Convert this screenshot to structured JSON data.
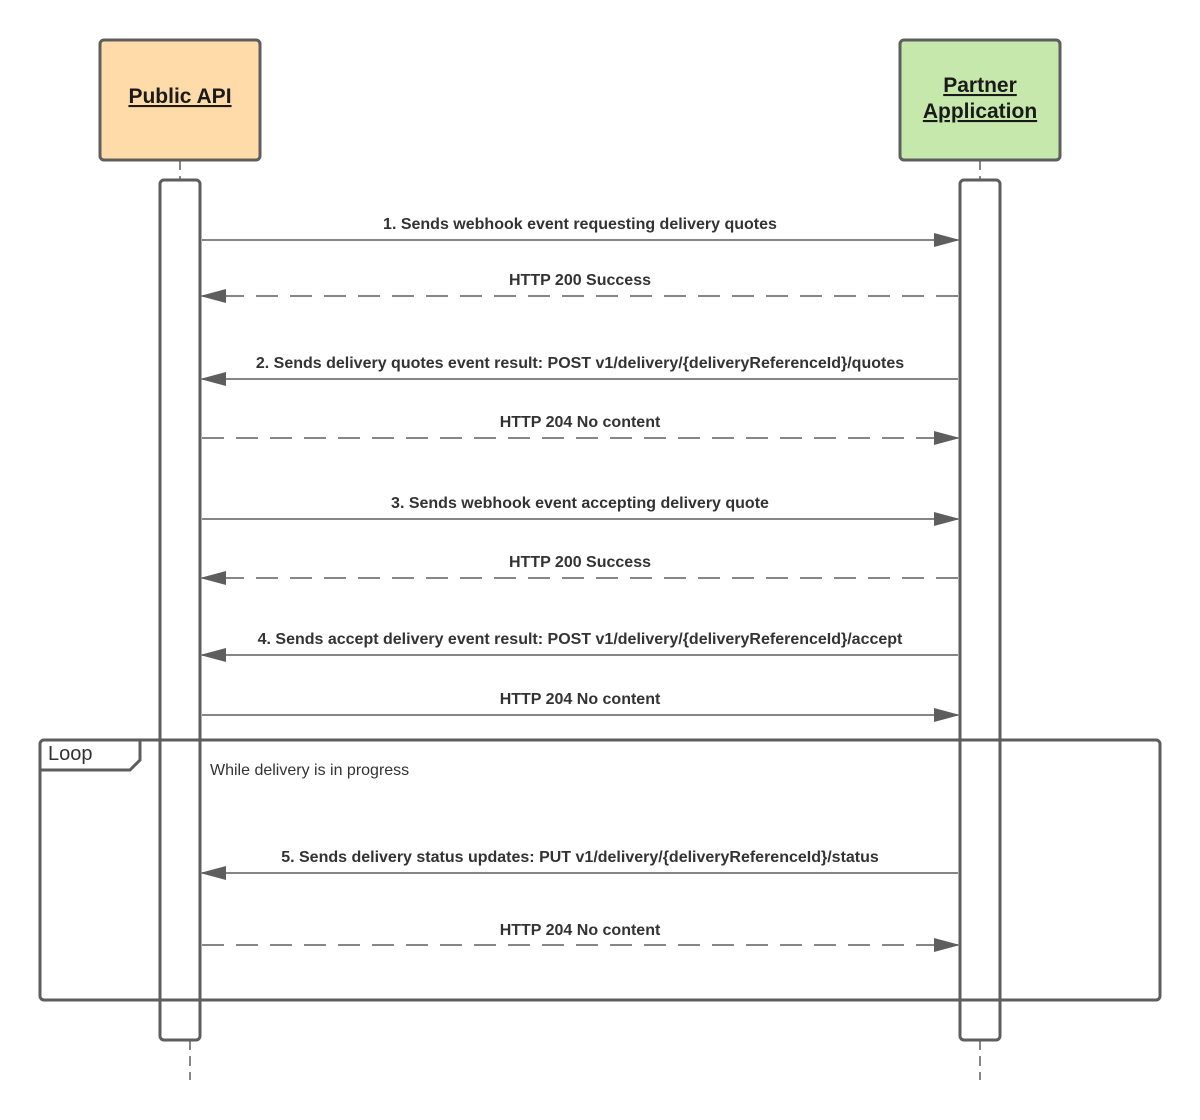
{
  "colors": {
    "public_api_fill": "#ffdba9",
    "partner_fill": "#c7e8ac",
    "stroke": "#5e5e5e",
    "text": "#333333"
  },
  "participants": {
    "public_api": {
      "label": "Public API"
    },
    "partner": {
      "label_line1": "Partner",
      "label_line2": "Application"
    }
  },
  "messages": [
    {
      "label": "1. Sends webhook event requesting delivery quotes",
      "from": "public_api",
      "to": "partner",
      "style": "solid"
    },
    {
      "label": "HTTP 200 Success",
      "from": "partner",
      "to": "public_api",
      "style": "dashed"
    },
    {
      "label": "2. Sends delivery quotes event result: POST v1/delivery/{deliveryReferenceId}/quotes",
      "from": "partner",
      "to": "public_api",
      "style": "solid"
    },
    {
      "label": "HTTP 204 No content",
      "from": "public_api",
      "to": "partner",
      "style": "dashed"
    },
    {
      "label": "3. Sends webhook event accepting delivery quote",
      "from": "public_api",
      "to": "partner",
      "style": "solid"
    },
    {
      "label": "HTTP 200 Success",
      "from": "partner",
      "to": "public_api",
      "style": "dashed"
    },
    {
      "label": "4. Sends accept delivery event result: POST v1/delivery/{deliveryReferenceId}/accept",
      "from": "partner",
      "to": "public_api",
      "style": "solid"
    },
    {
      "label": "HTTP 204 No content",
      "from": "public_api",
      "to": "partner",
      "style": "solid"
    },
    {
      "label": "5. Sends delivery status updates: PUT v1/delivery/{deliveryReferenceId}/status",
      "from": "partner",
      "to": "public_api",
      "style": "solid"
    },
    {
      "label": "HTTP 204 No content",
      "from": "public_api",
      "to": "partner",
      "style": "dashed"
    }
  ],
  "loop": {
    "label": "Loop",
    "condition": "While delivery is in progress"
  }
}
